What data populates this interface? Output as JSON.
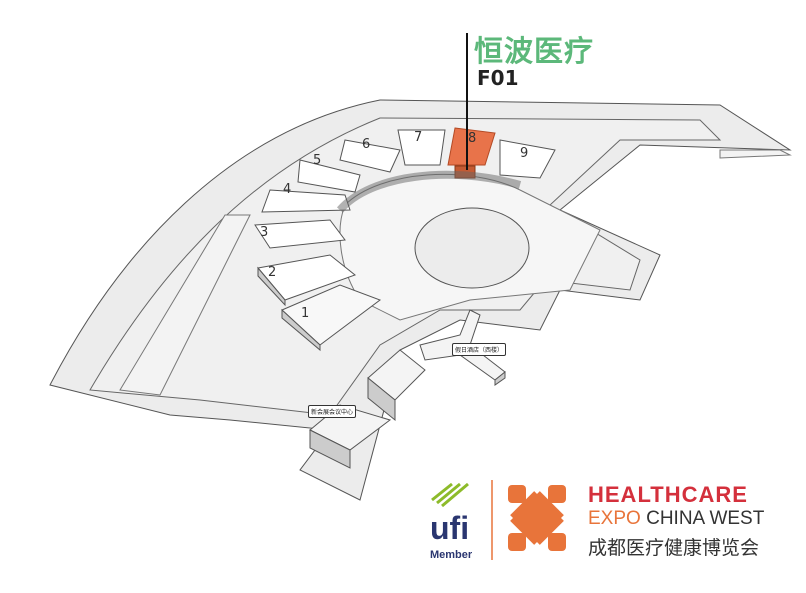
{
  "exhibitor": {
    "name": "恒波医疗",
    "booth": "F01",
    "highlight_color": "#e8734a",
    "name_color": "#5cb87a"
  },
  "halls": [
    "1",
    "2",
    "3",
    "4",
    "5",
    "6",
    "7",
    "8",
    "9"
  ],
  "buildings": {
    "hotel": "假日酒店（西楼）",
    "conference_center": "新会展会议中心"
  },
  "logo": {
    "ufi": "ufi",
    "ufi_member": "Member",
    "line1": "HEALTHCARE",
    "line2a": "EXPO",
    "line2b": "CHINA WEST",
    "line3": "成都医疗健康博览会"
  }
}
